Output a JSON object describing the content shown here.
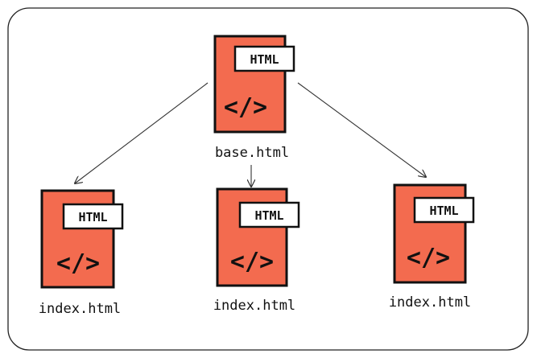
{
  "diagram": {
    "nodes": [
      {
        "id": "base",
        "file_name": "base.html",
        "tag": "HTML",
        "icon": "code-icon",
        "glyph": "</>",
        "color": "#f36b4f"
      },
      {
        "id": "index-left",
        "file_name": "index.html",
        "tag": "HTML",
        "icon": "code-icon",
        "glyph": "</>",
        "color": "#f36b4f"
      },
      {
        "id": "index-center",
        "file_name": "index.html",
        "tag": "HTML",
        "icon": "code-icon",
        "glyph": "</>",
        "color": "#f36b4f"
      },
      {
        "id": "index-right",
        "file_name": "index.html",
        "tag": "HTML",
        "icon": "code-icon",
        "glyph": "</>",
        "color": "#f36b4f"
      }
    ],
    "edges": [
      {
        "from": "base",
        "to": "index-left"
      },
      {
        "from": "base",
        "to": "index-center"
      },
      {
        "from": "base",
        "to": "index-right"
      }
    ]
  }
}
